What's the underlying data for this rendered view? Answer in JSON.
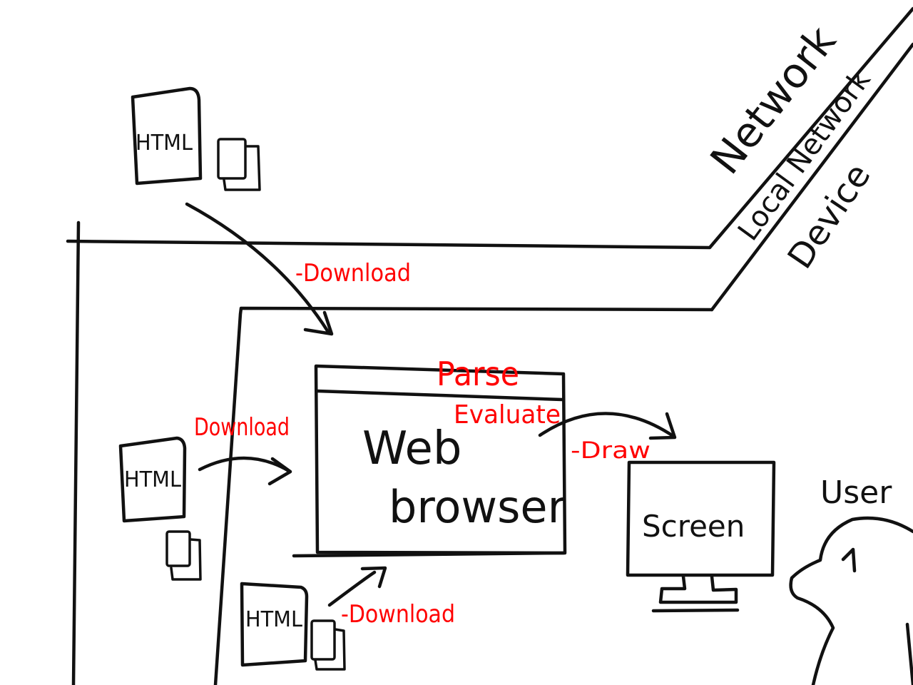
{
  "zones": {
    "network": "Network",
    "local_network": "Local Network",
    "device": "Device"
  },
  "documents": {
    "top": "HTML",
    "left": "HTML",
    "bottom": "HTML"
  },
  "browser": {
    "line1": "Web",
    "line2": "browser"
  },
  "screen": {
    "label": "Screen"
  },
  "user": {
    "label": "User"
  },
  "annotations": {
    "download_network": "-Download",
    "download_left": "Download",
    "download_bottom": "-Download",
    "parse": "Parse",
    "evaluate": "Evaluate",
    "draw": "-Draw"
  },
  "colors": {
    "ink": "#111111",
    "annotation": "#ff0000",
    "background": "#ffffff"
  }
}
